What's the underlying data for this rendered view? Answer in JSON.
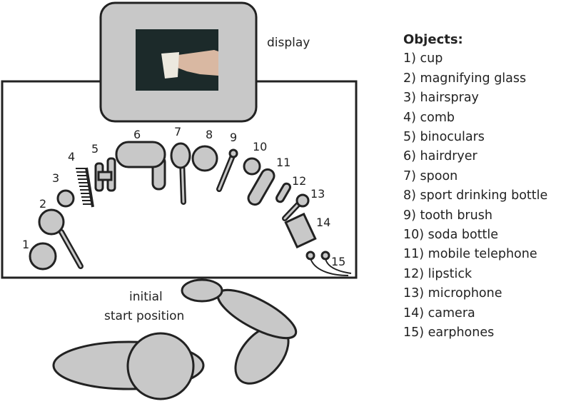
{
  "labels": {
    "display": "display",
    "start_line1": "initial",
    "start_line2": "start position"
  },
  "legend": {
    "title": "Objects:",
    "items": [
      "1) cup",
      "2) magnifying glass",
      "3) hairspray",
      "4) comb",
      "5) binoculars",
      "6) hairdryer",
      "7) spoon",
      "8) sport drinking bottle",
      "9) tooth brush",
      "10) soda bottle",
      "11) mobile telephone",
      "12) lipstick",
      "13) microphone",
      "14) camera",
      "15) earphones"
    ]
  },
  "object_numbers": [
    "1",
    "2",
    "3",
    "4",
    "5",
    "6",
    "7",
    "8",
    "9",
    "10",
    "11",
    "12",
    "13",
    "14",
    "15"
  ],
  "colors": {
    "object_fill": "#c8c8c8",
    "outline": "#222222",
    "screen": "#1c2a2a"
  }
}
